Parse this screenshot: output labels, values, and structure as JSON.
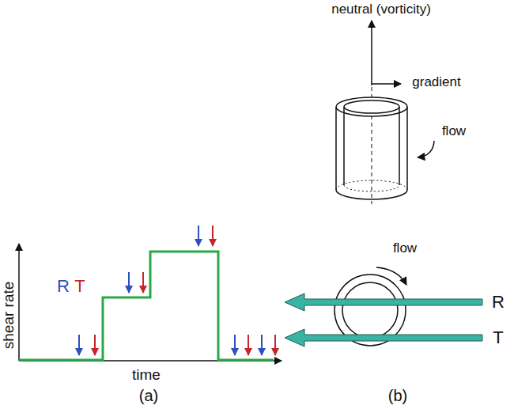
{
  "diagram": {
    "labels": [
      "R",
      "T",
      "shear rate",
      "time",
      "neutral (vorticity)",
      "gradient",
      "flow",
      "flow",
      "R",
      "T",
      "(a)",
      "(b)"
    ]
  }
}
